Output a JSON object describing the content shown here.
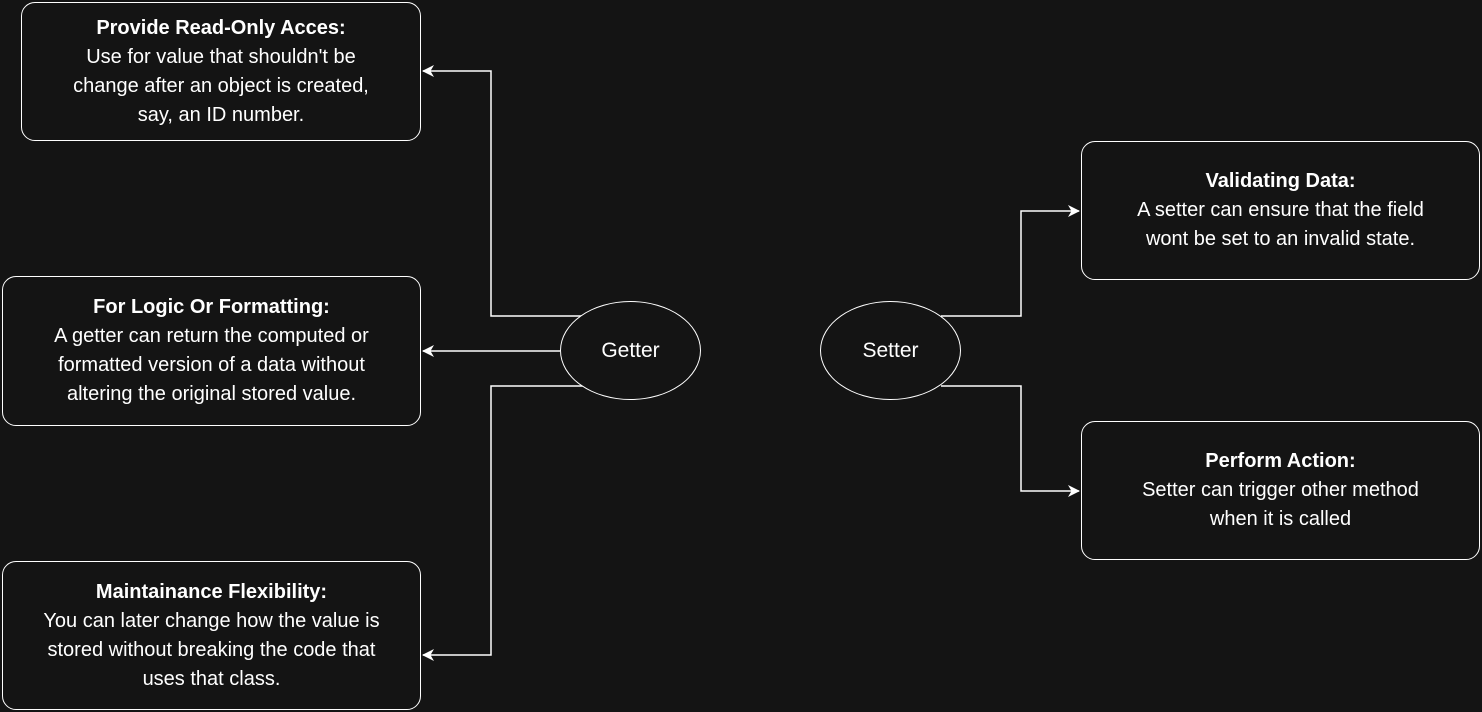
{
  "diagram": {
    "background_color": "#141414",
    "stroke_color": "#ffffff",
    "nodes": {
      "getter": {
        "label": "Getter"
      },
      "setter": {
        "label": "Setter"
      }
    },
    "getter_uses": [
      {
        "title": "Provide Read-Only Acces:",
        "body": "Use for value that shouldn't be\nchange after an object is created,\nsay, an ID number."
      },
      {
        "title": "For Logic Or Formatting:",
        "body": "A getter can return the computed or\nformatted version of a data without\naltering the original stored value."
      },
      {
        "title": "Maintainance Flexibility:",
        "body": "You can later change how the value is\nstored without breaking the code that\nuses that class."
      }
    ],
    "setter_uses": [
      {
        "title": "Validating Data:",
        "body": "A setter can ensure that the field\nwont be set to an invalid state."
      },
      {
        "title": "Perform Action:",
        "body": "Setter can trigger other method\nwhen it is called"
      }
    ]
  }
}
